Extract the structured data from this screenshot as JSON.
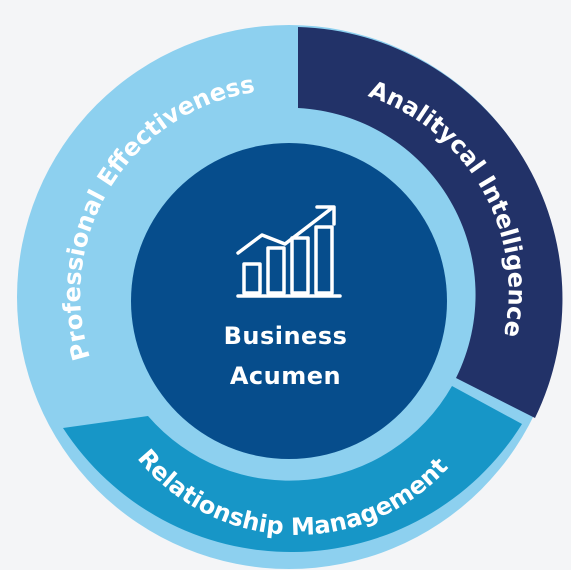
{
  "center": {
    "line1": "Business",
    "line2": "Acumen",
    "icon": "growth-chart-icon"
  },
  "segments": [
    {
      "id": "professional",
      "label": "Professional Effectiveness",
      "color": "#8dd0ef"
    },
    {
      "id": "analytical",
      "label": "Analitycal Intelligence",
      "color": "#223268"
    },
    {
      "id": "relationship",
      "label": "Relationship Management",
      "color": "#1796c7"
    }
  ],
  "colors": {
    "outer_ring": "#8dd0ef",
    "inner_band": "#8dd0ef",
    "center_circle": "#064d8c",
    "background": "#f4f5f7"
  }
}
